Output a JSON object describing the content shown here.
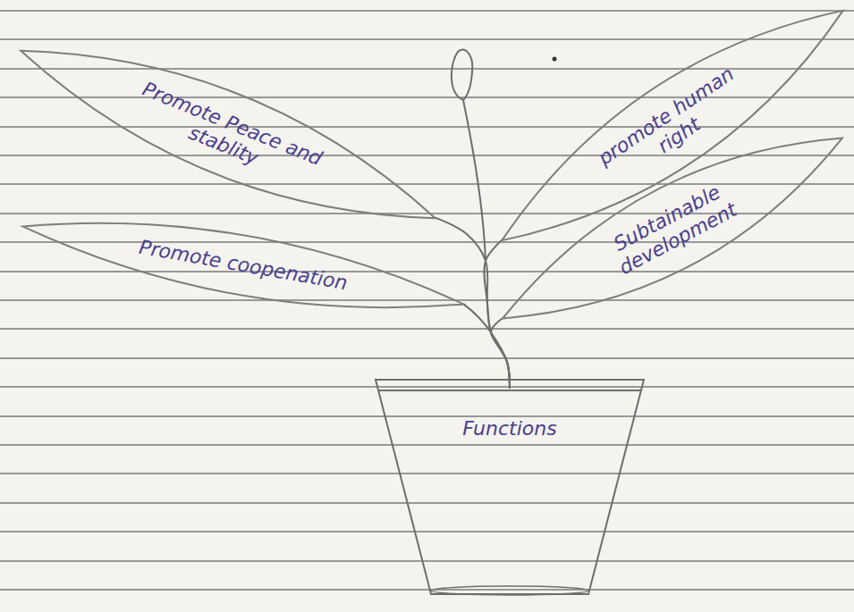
{
  "diagram": {
    "nodes": [
      {
        "text": [
          "Promote Peace and stablity"
        ]
      },
      {
        "text": [
          "promote human right"
        ]
      },
      {
        "text": [
          "Promote coopenation"
        ]
      },
      {
        "text": [
          "Subtainable development"
        ]
      },
      {
        "text": [
          "Functions"
        ]
      }
    ],
    "edges": [
      {
        "from": 4,
        "to": 0,
        "arrow": "none"
      },
      {
        "from": 4,
        "to": 1,
        "arrow": "none"
      },
      {
        "from": 4,
        "to": 2,
        "arrow": "none"
      },
      {
        "from": 4,
        "to": 3,
        "arrow": "none"
      }
    ]
  }
}
